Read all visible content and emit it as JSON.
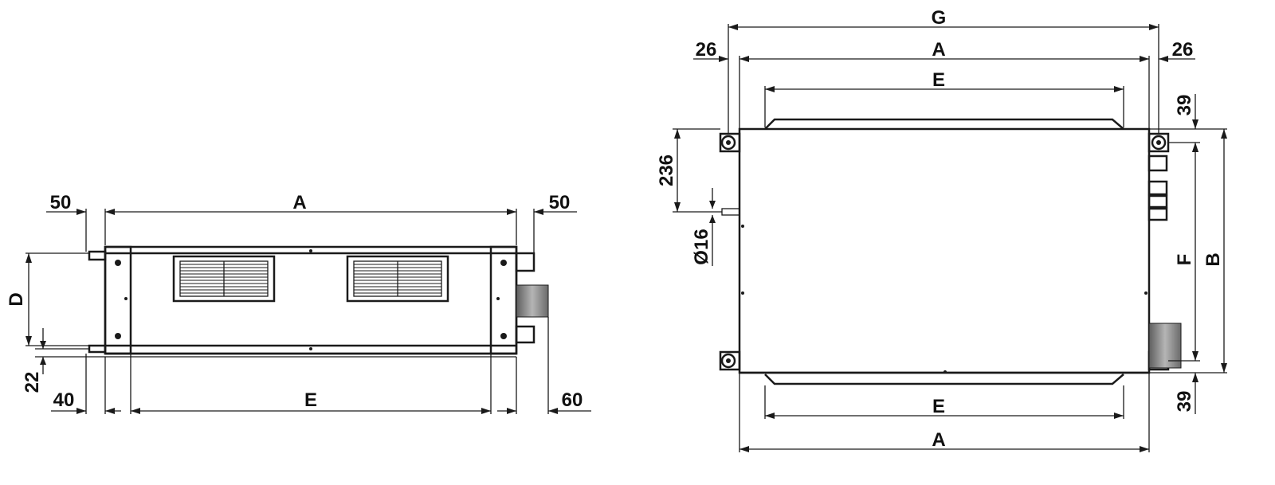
{
  "side_view": {
    "labels": {
      "left_offset": "50",
      "width_a": "A",
      "right_offset": "50",
      "height_d": "D",
      "bottom_offset": "22",
      "left_gap": "40",
      "width_e": "E",
      "right_gap": "60"
    }
  },
  "top_view": {
    "labels": {
      "width_g": "G",
      "left_offset": "26",
      "width_a_top": "A",
      "right_offset": "26",
      "width_e_top": "E",
      "top_right_offset": "39",
      "depth_236": "236",
      "diameter": "Ø16",
      "depth_f": "F",
      "depth_b": "B",
      "width_e_bottom": "E",
      "bottom_right_offset": "39",
      "width_a_bottom": "A"
    }
  },
  "colors": {
    "line": "#1a1a1a",
    "pipe_fill": "#9a9a9a"
  }
}
